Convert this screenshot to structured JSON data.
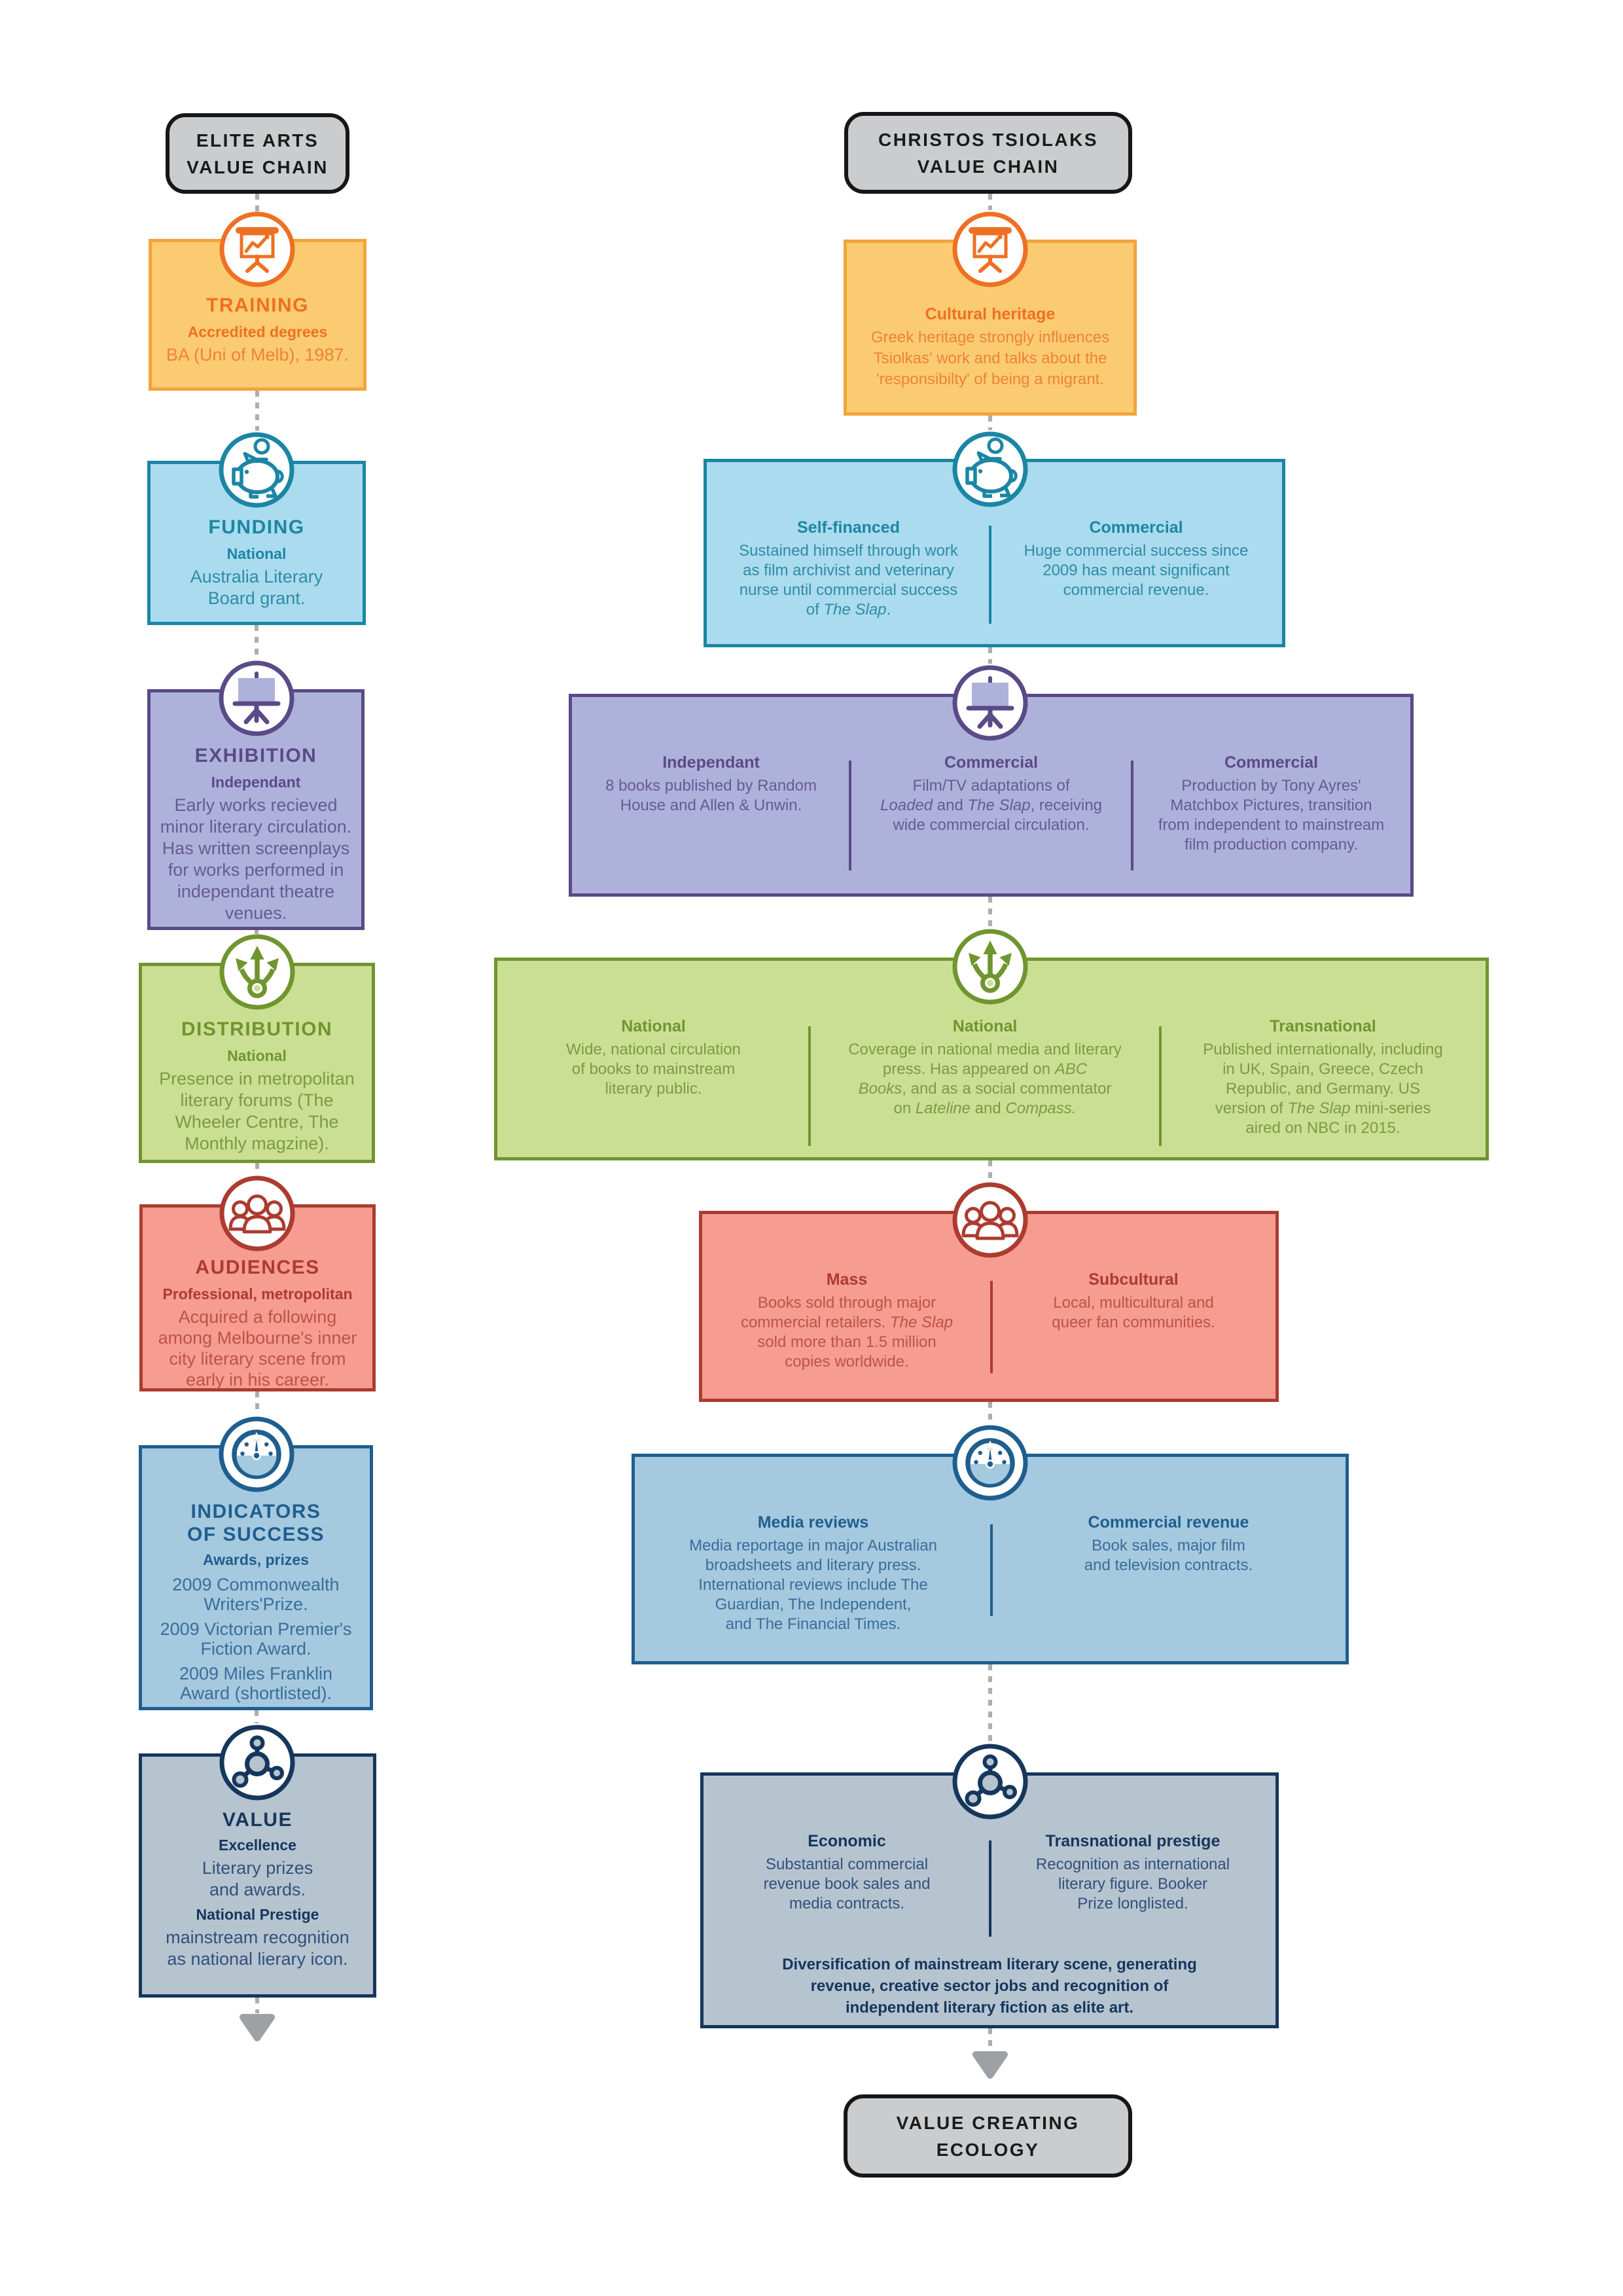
{
  "palette": {
    "training_orange": {
      "main": "#EE7023",
      "border": "#F2A43C",
      "fill": "#FBCB71",
      "body_text": "#EE8335"
    },
    "funding_teal": {
      "main": "#1B86A4",
      "fill": "#ABDBEE",
      "body_text": "#2E8CA6"
    },
    "exhibition_purple": {
      "main": "#5A4A87",
      "fill": "#AEB2DB",
      "body_text": "#665A92"
    },
    "distribution_green": {
      "main": "#70952F",
      "fill": "#CBDF94",
      "body_text": "#7C9A44"
    },
    "audiences_red": {
      "main": "#AC3B30",
      "fill": "#F79C90",
      "body_text": "#BC5348"
    },
    "indicators_blue": {
      "main": "#1F5E8F",
      "fill": "#A5C9DF",
      "body_text": "#3A6D9A"
    },
    "value_navy": {
      "main": "#16365C",
      "fill": "#B6C4D0",
      "body_text": "#32507A"
    },
    "grey_box_fill": "#CBCCCD",
    "grey_box_border": "#161616",
    "connector_grey": "#ACAEB0",
    "arrow_grey": "#9CA1A5"
  },
  "icons": {
    "training": "presentation-chart-icon",
    "funding": "piggy-bank-icon",
    "exhibition": "projection-screen-icon",
    "distribution": "branching-arrows-icon",
    "audiences": "people-group-icon",
    "indicators": "gauge-icon",
    "value": "molecule-icon",
    "flow": "down-arrow-icon"
  },
  "left": {
    "header": "ELITE ARTS\nVALUE CHAIN",
    "training": {
      "title": "TRAINING",
      "subtitle": "Accredited degrees",
      "body": [
        {
          "t": "BA (Uni of Melb), 1987."
        }
      ]
    },
    "funding": {
      "title": "FUNDING",
      "subtitle": "National",
      "body": [
        {
          "t": "Australia Literary\nBoard grant."
        }
      ]
    },
    "exhibition": {
      "title": "EXHIBITION",
      "subtitle": "Independant",
      "body": [
        {
          "t": "Early works recieved\nminor literary circulation.\nHas written screenplays\nfor works performed in\nindependant theatre\nvenues."
        }
      ]
    },
    "distribution": {
      "title": "DISTRIBUTION",
      "subtitle": "National",
      "body": [
        {
          "t": "Presence in metropolitan\nliterary forums (The\nWheeler Centre, The\nMonthly magzine)."
        }
      ]
    },
    "audiences": {
      "title": "AUDIENCES",
      "subtitle": "Professional, metropolitan",
      "body": [
        {
          "t": "Acquired a following\namong Melbourne's inner\ncity literary scene from\nearly in his career."
        }
      ]
    },
    "indicators": {
      "title": "INDICATORS\nOF SUCCESS",
      "subtitle": "Awards, prizes",
      "paragraphs": [
        [
          {
            "t": "2009 Commonwealth\nWriters'Prize."
          }
        ],
        [
          {
            "t": "2009 Victorian Premier's\nFiction Award."
          }
        ],
        [
          {
            "t": "2009 Miles Franklin\nAward (shortlisted)."
          }
        ]
      ]
    },
    "value": {
      "title": "VALUE",
      "subtitle": "Excellence",
      "body": [
        {
          "t": "Literary prizes\nand awards."
        }
      ],
      "subtitle2": "National Prestige",
      "body2": [
        {
          "t": "mainstream recognition\nas national lierary icon."
        }
      ]
    }
  },
  "right": {
    "header": "CHRISTOS TSIOLAKS\nVALUE CHAIN",
    "training": {
      "heading": "Cultural heritage",
      "body": [
        {
          "t": "Greek heritage strongly influences\nTsiolkas' work and talks about the\n'responsibilty' of being a migrant."
        }
      ]
    },
    "funding": {
      "cols": [
        {
          "heading": "Self-financed",
          "body": [
            {
              "t": "Sustained himself through work\nas film archivist and veterinary\nnurse until commercial success\nof "
            },
            {
              "t": "The Slap",
              "i": true
            },
            {
              "t": "."
            }
          ]
        },
        {
          "heading": "Commercial",
          "body": [
            {
              "t": "Huge commercial success since\n2009 has meant significant\ncommercial revenue."
            }
          ]
        }
      ]
    },
    "exhibition": {
      "cols": [
        {
          "heading": "Independant",
          "body": [
            {
              "t": "8 books published by Random\nHouse and Allen & Unwin."
            }
          ]
        },
        {
          "heading": "Commercial",
          "body": [
            {
              "t": "Film/TV adaptations of\n"
            },
            {
              "t": "Loaded",
              "i": true
            },
            {
              "t": " and "
            },
            {
              "t": "The Slap",
              "i": true
            },
            {
              "t": ", receiving\nwide commercial circulation."
            }
          ]
        },
        {
          "heading": "Commercial",
          "body": [
            {
              "t": "Production by Tony Ayres'\nMatchbox Pictures, transition\nfrom independent to mainstream\nfilm production company."
            }
          ]
        }
      ]
    },
    "distribution": {
      "cols": [
        {
          "heading": "National",
          "body": [
            {
              "t": "Wide, national circulation\nof books to mainstream\nliterary public."
            }
          ]
        },
        {
          "heading": "National",
          "body": [
            {
              "t": "Coverage in national media and literary\npress. Has appeared on "
            },
            {
              "t": "ABC\nBooks",
              "i": true
            },
            {
              "t": ", and as a social commentator\non "
            },
            {
              "t": "Lateline",
              "i": true
            },
            {
              "t": " and "
            },
            {
              "t": "Compass.",
              "i": true
            }
          ]
        },
        {
          "heading": "Transnational",
          "body": [
            {
              "t": "Published internationally, including\nin UK, Spain, Greece, Czech\nRepublic, and Germany. US\nversion of "
            },
            {
              "t": "The Slap",
              "i": true
            },
            {
              "t": " mini-series\naired on NBC in 2015."
            }
          ]
        }
      ]
    },
    "audiences": {
      "cols": [
        {
          "heading": "Mass",
          "body": [
            {
              "t": "Books sold through major\ncommercial retailers. "
            },
            {
              "t": "The Slap",
              "i": true
            },
            {
              "t": "\nsold more than 1.5 million\ncopies worldwide."
            }
          ]
        },
        {
          "heading": "Subcultural",
          "body": [
            {
              "t": "Local, multicultural and\nqueer fan communities."
            }
          ]
        }
      ]
    },
    "indicators": {
      "cols": [
        {
          "heading": "Media reviews",
          "body": [
            {
              "t": "Media reportage in major Australian\nbroadsheets and literary press.\nInternational reviews include The\nGuardian, The Independent,\nand The Financial Times."
            }
          ]
        },
        {
          "heading": "Commercial revenue",
          "body": [
            {
              "t": "Book sales, major film\nand television contracts."
            }
          ]
        }
      ]
    },
    "value": {
      "cols": [
        {
          "heading": "Economic",
          "body": [
            {
              "t": "Substantial commercial\nrevenue book sales and\nmedia contracts."
            }
          ]
        },
        {
          "heading": "Transnational prestige",
          "body": [
            {
              "t": "Recognition as international\nliterary figure. Booker\nPrize longlisted."
            }
          ]
        }
      ],
      "note": "Diversification of mainstream literary scene, generating\nrevenue, creative sector jobs and recognition of\nindependent literary fiction as elite art."
    },
    "footer": "VALUE CREATING\nECOLOGY"
  }
}
